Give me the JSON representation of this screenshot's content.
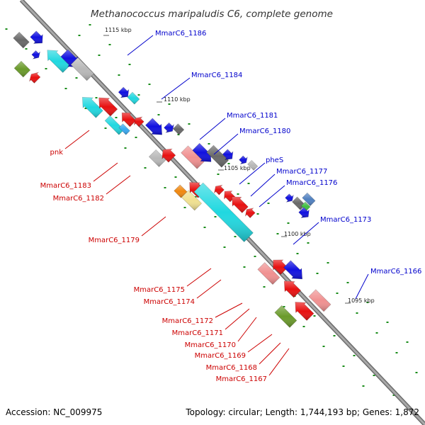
{
  "title": "Methanococcus maripaludis C6, complete genome",
  "accession_text": "Accession: NC_009975",
  "topology_text": "Topology: circular; Length: 1,744,193 bp; Genes: 1,872",
  "kbp_marks": [
    "1115 kbp",
    "1110 kbp",
    "1105 kbp",
    "1100 kbp",
    "1095 kbp"
  ],
  "forward_labels": [
    "MmarC6_1186",
    "MmarC6_1184",
    "MmarC6_1181",
    "MmarC6_1180",
    "pheS",
    "MmarC6_1177",
    "MmarC6_1176",
    "MmarC6_1173",
    "MmarC6_1166"
  ],
  "reverse_labels": [
    "pnk",
    "MmarC6_1183",
    "MmarC6_1182",
    "MmarC6_1179",
    "MmarC6_1175",
    "MmarC6_1174",
    "MmarC6_1172",
    "MmarC6_1171",
    "MmarC6_1170",
    "MmarC6_1169",
    "MmarC6_1168",
    "MmarC6_1167"
  ],
  "colors": {
    "forward_label": "#0000cc",
    "reverse_label": "#cc0000",
    "backbone": "#888888",
    "ticks": "#1a8c1a",
    "gene_blue": "#1010e0",
    "gene_red": "#e81010",
    "gene_cyan": "#20d8e0",
    "gene_lightblue": "#38a8f0",
    "gene_gray": "#b8b8b8",
    "gene_darkgray": "#686868",
    "gene_pink": "#f09090",
    "gene_olive": "#6a9a2a",
    "gene_orange": "#f08810",
    "gene_yellow": "#f0e090",
    "gene_green": "#40c040",
    "gene_steel": "#5080c0"
  }
}
